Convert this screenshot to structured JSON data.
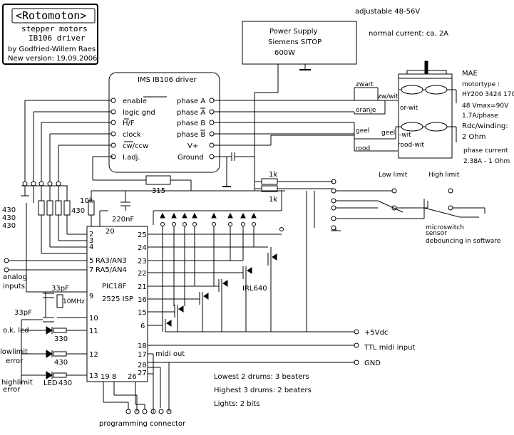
{
  "title_box": {
    "title": "<Rotomoton>",
    "line1": "stepper motors",
    "line2": "IB106 driver",
    "author": "by Godfried-Willem Raes",
    "version": "New version: 19.09.2006"
  },
  "power_supply": {
    "adjustable": "adjustable 48-56V",
    "name": "Power Supply",
    "model": "Siemens SITOP",
    "watt": "600W",
    "normal_current": "normal current: ca. 2A"
  },
  "driver": {
    "title": "IMS  IB106 driver",
    "left_pins": [
      "enable",
      "logic gnd",
      "H/F",
      "clock",
      "cw/ccw",
      "I.adj."
    ],
    "right_pins": [
      "phase A",
      "phase A",
      "phase B",
      "phase B",
      "V+",
      "Ground"
    ]
  },
  "motor": {
    "maker": "MAE",
    "type_label": "motortype :",
    "type": "HY200 3424 170",
    "spec1": "48  Vmax=90V",
    "spec2": "1.7A/phase",
    "rdc": "Rdc/winding:",
    "ohm": "2 Ohm",
    "phase_current": "phase current",
    "phase_current_val": "2.38A - 1 Ohm",
    "wires": [
      "zwart",
      "zw/wit",
      "oranje",
      "or-wit",
      "geel",
      "geel",
      "-wit",
      "rood",
      "rood-wit"
    ]
  },
  "resistors": {
    "r315": "315",
    "r1k_a": "1k",
    "r1k_b": "1k",
    "r10k": "10k",
    "r430_stack": [
      "430",
      "430",
      "430"
    ],
    "r430_side": "430",
    "r330": "330",
    "r430_lowlimit": "430",
    "r430_highlimit": "430"
  },
  "capacitors": {
    "c220n": "220nF",
    "c33p_a": "33pF",
    "c33p_b": "33pF",
    "crystal": "10MHz"
  },
  "pic": {
    "name1": "PIC18F",
    "name2": "2525 ISP",
    "pin_ra3": "RA3/AN3",
    "pin_ra4": "RA5/AN4",
    "left_numbers": [
      "2",
      "3",
      "4",
      "5",
      "7",
      "9",
      "10",
      "11",
      "12",
      "13"
    ],
    "top_number": "20",
    "bottom_numbers": [
      "19",
      "8",
      "26",
      "27",
      "28"
    ],
    "right_numbers": [
      "25",
      "24",
      "23",
      "22",
      "21",
      "16",
      "15",
      "6",
      "18",
      "17"
    ],
    "midi_out": "midi out",
    "fet": "IRL640"
  },
  "labels": {
    "analog": "analog",
    "inputs": "inputs",
    "ok_led": "o.k. led",
    "lowlimit": "lowlimit",
    "error": "error",
    "highlimit": "highlimit",
    "error2": "error",
    "led": "LED",
    "programming": "programming connector",
    "low_limit": "Low limit",
    "high_limit": "High limit",
    "microswitch": "microswitch",
    "sensor": "sensor",
    "debouncing": "debouncing in software",
    "plus5": "+5Vdc",
    "ttl_midi": "TTL midi  input",
    "gnd": "GND",
    "note1": "Lowest 2 drums: 3 beaters",
    "note2": "Highest 3 drums: 2 beaters",
    "note3": "Lights: 2 bits"
  }
}
